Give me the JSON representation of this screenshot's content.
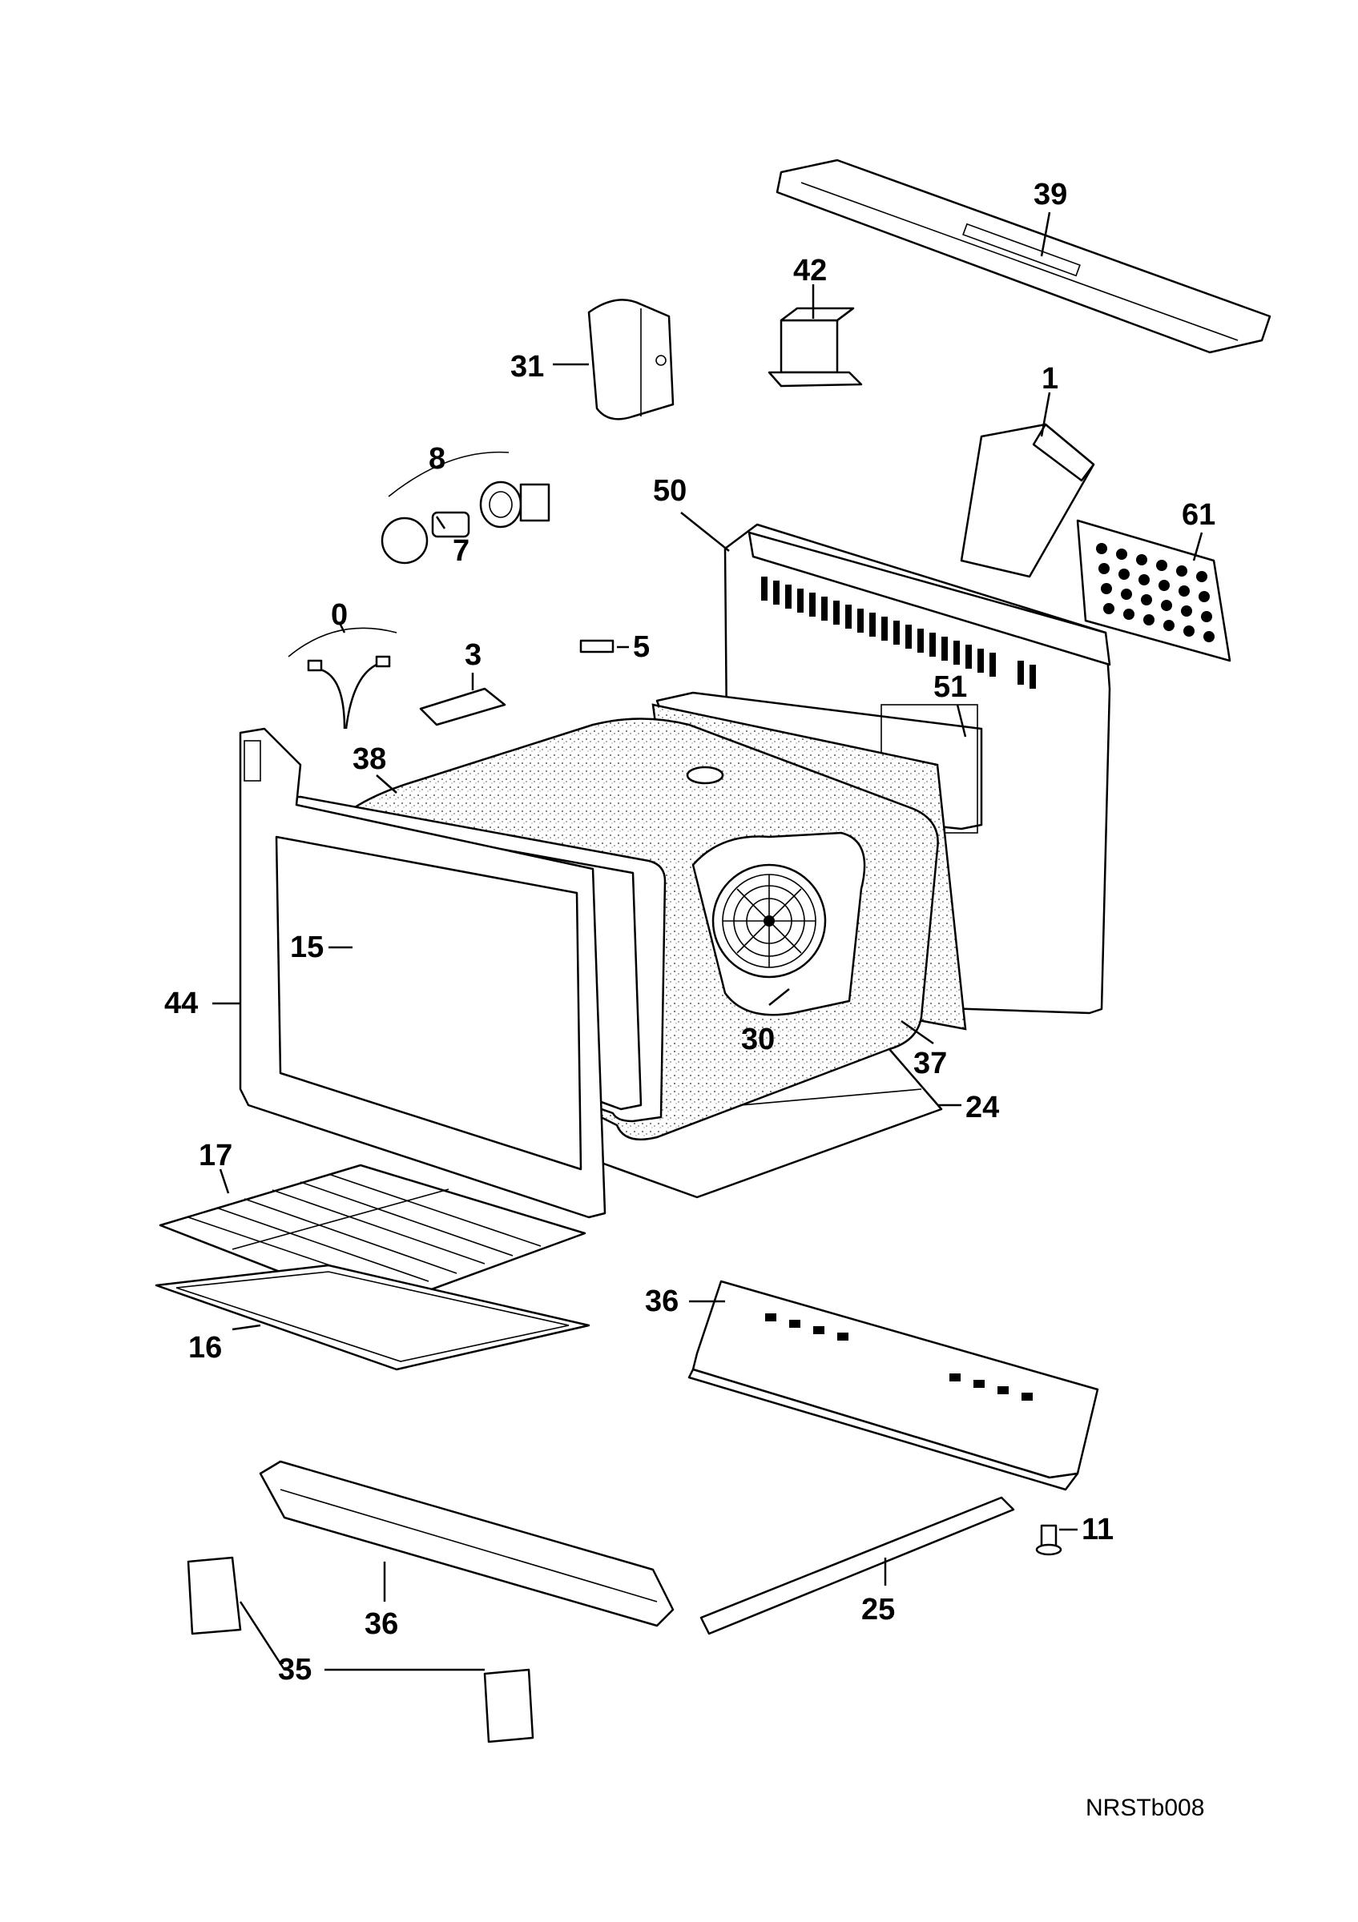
{
  "diagram_code": "NRSTb008",
  "callouts": {
    "c39": "39",
    "c42": "42",
    "c31": "31",
    "c1": "1",
    "c8": "8",
    "c7": "7",
    "c50": "50",
    "c61": "61",
    "c0": "0",
    "c3": "3",
    "c5": "5",
    "c51": "51",
    "c38": "38",
    "c15": "15",
    "c44": "44",
    "c30": "30",
    "c37": "37",
    "c24": "24",
    "c17": "17",
    "c16": "16",
    "c36a": "36",
    "c36b": "36",
    "c11": "11",
    "c25": "25",
    "c35": "35"
  }
}
